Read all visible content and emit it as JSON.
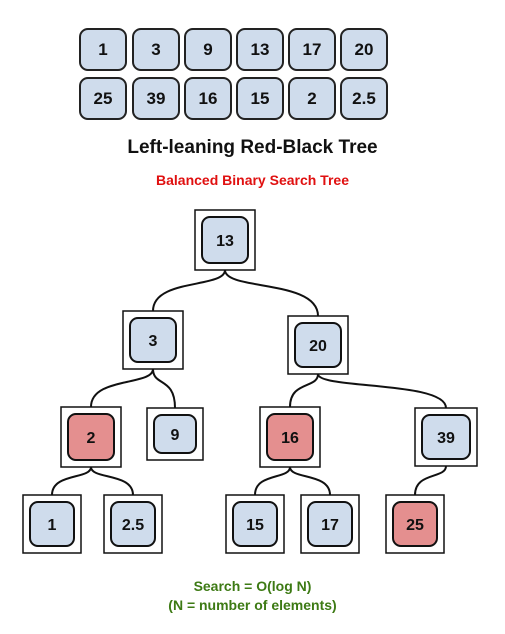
{
  "array_grid": {
    "row1": [
      "1",
      "3",
      "9",
      "13",
      "17",
      "20"
    ],
    "row2": [
      "25",
      "39",
      "16",
      "15",
      "2",
      "2.5"
    ]
  },
  "title": "Left-leaning Red-Black Tree",
  "subtitle": "Balanced Binary Search Tree",
  "footer": {
    "line1": "Search = O(log N)",
    "line2": "(N = number of elements)"
  },
  "colors": {
    "black_node_fill": "#cfdcec",
    "red_node_fill": "#e48f8f",
    "subtitle": "#e01010",
    "footer": "#3d7a14"
  },
  "tree": {
    "nodes": [
      {
        "id": "n13",
        "label": "13",
        "color": "black",
        "boxed": true
      },
      {
        "id": "n3",
        "label": "3",
        "color": "black",
        "boxed": true
      },
      {
        "id": "n20",
        "label": "20",
        "color": "black",
        "boxed": true
      },
      {
        "id": "n2",
        "label": "2",
        "color": "red",
        "boxed": true
      },
      {
        "id": "n9",
        "label": "9",
        "color": "black",
        "boxed": true
      },
      {
        "id": "n16",
        "label": "16",
        "color": "red",
        "boxed": true
      },
      {
        "id": "n39",
        "label": "39",
        "color": "black",
        "boxed": true
      },
      {
        "id": "n1",
        "label": "1",
        "color": "black",
        "boxed": true
      },
      {
        "id": "n2_5",
        "label": "2.5",
        "color": "black",
        "boxed": true
      },
      {
        "id": "n15",
        "label": "15",
        "color": "black",
        "boxed": true
      },
      {
        "id": "n17",
        "label": "17",
        "color": "black",
        "boxed": true
      },
      {
        "id": "n25",
        "label": "25",
        "color": "red",
        "boxed": true
      }
    ],
    "edges": [
      [
        "n13",
        "n3"
      ],
      [
        "n13",
        "n20"
      ],
      [
        "n3",
        "n2"
      ],
      [
        "n3",
        "n9"
      ],
      [
        "n20",
        "n16"
      ],
      [
        "n20",
        "n39"
      ],
      [
        "n2",
        "n1"
      ],
      [
        "n2",
        "n2_5"
      ],
      [
        "n16",
        "n15"
      ],
      [
        "n16",
        "n17"
      ],
      [
        "n39",
        "n25"
      ]
    ]
  }
}
